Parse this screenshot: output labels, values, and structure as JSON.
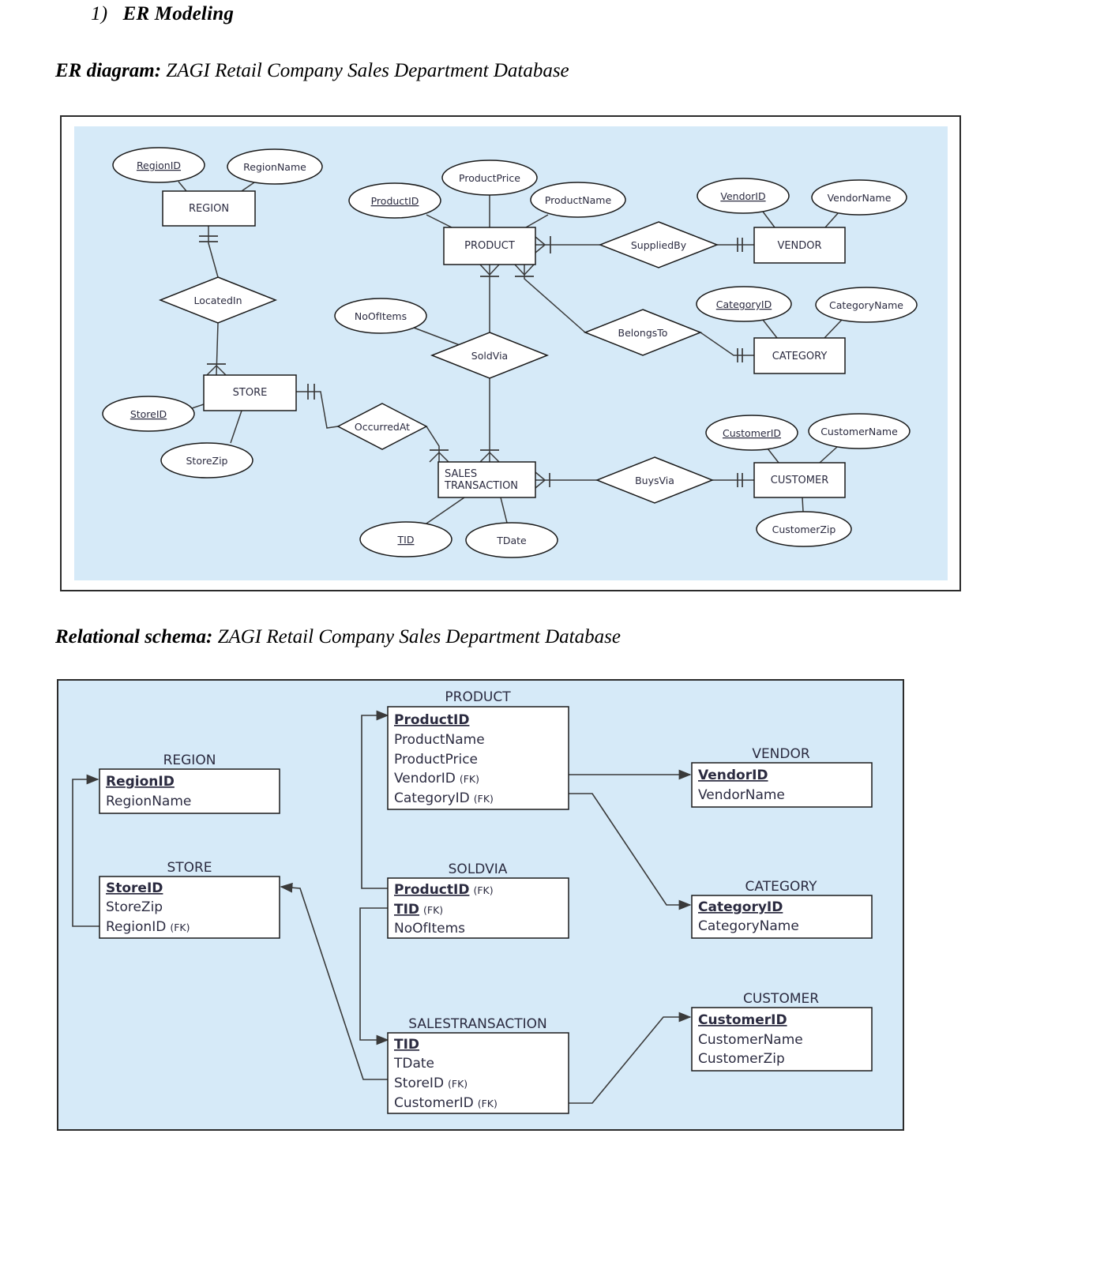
{
  "document": {
    "section_number": "1)",
    "section_title": "ER Modeling",
    "er_caption_bold": "ER diagram:",
    "er_caption_rest": " ZAGI Retail Company Sales Department Database",
    "rs_caption_bold": "Relational schema:",
    "rs_caption_rest": " ZAGI Retail Company Sales Department Database"
  },
  "colors": {
    "panel_background": "#d6eaf8",
    "frame_border": "#2b2b2b",
    "shape_fill": "#ffffff",
    "line": "#3a3a3a",
    "text": "#2b2b40"
  },
  "er_diagram": {
    "entities": [
      {
        "name": "REGION"
      },
      {
        "name": "STORE"
      },
      {
        "name": "PRODUCT"
      },
      {
        "name": "VENDOR"
      },
      {
        "name": "CATEGORY"
      },
      {
        "name": "CUSTOMER"
      },
      {
        "name_line1": "SALES",
        "name_line2": "TRANSACTION"
      }
    ],
    "relationships": [
      {
        "name": "LocatedIn"
      },
      {
        "name": "SuppliedBy"
      },
      {
        "name": "BelongsTo"
      },
      {
        "name": "SoldVia"
      },
      {
        "name": "OccurredAt"
      },
      {
        "name": "BuysVia"
      }
    ],
    "attributes": [
      {
        "name": "RegionID",
        "key": true
      },
      {
        "name": "RegionName",
        "key": false
      },
      {
        "name": "ProductID",
        "key": true
      },
      {
        "name": "ProductPrice",
        "key": false
      },
      {
        "name": "ProductName",
        "key": false
      },
      {
        "name": "VendorID",
        "key": true
      },
      {
        "name": "VendorName",
        "key": false
      },
      {
        "name": "CategoryID",
        "key": true
      },
      {
        "name": "CategoryName",
        "key": false
      },
      {
        "name": "NoOfItems",
        "key": false
      },
      {
        "name": "StoreID",
        "key": true
      },
      {
        "name": "StoreZip",
        "key": false
      },
      {
        "name": "CustomerID",
        "key": true
      },
      {
        "name": "CustomerName",
        "key": false
      },
      {
        "name": "CustomerZip",
        "key": false
      },
      {
        "name": "TID",
        "key": true
      },
      {
        "name": "TDate",
        "key": false
      }
    ]
  },
  "relational_schema": {
    "tables": [
      {
        "name": "REGION",
        "fields": [
          {
            "label": "RegionID",
            "pk": true,
            "fk": false
          },
          {
            "label": "RegionName",
            "pk": false,
            "fk": false
          }
        ]
      },
      {
        "name": "STORE",
        "fields": [
          {
            "label": "StoreID",
            "pk": true,
            "fk": false
          },
          {
            "label": "StoreZip",
            "pk": false,
            "fk": false
          },
          {
            "label": "RegionID",
            "pk": false,
            "fk": true
          }
        ]
      },
      {
        "name": "PRODUCT",
        "fields": [
          {
            "label": "ProductID",
            "pk": true,
            "fk": false
          },
          {
            "label": "ProductName",
            "pk": false,
            "fk": false
          },
          {
            "label": "ProductPrice",
            "pk": false,
            "fk": false
          },
          {
            "label": "VendorID",
            "pk": false,
            "fk": true
          },
          {
            "label": "CategoryID",
            "pk": false,
            "fk": true
          }
        ]
      },
      {
        "name": "SOLDVIA",
        "fields": [
          {
            "label": "ProductID",
            "pk": true,
            "fk": true
          },
          {
            "label": "TID",
            "pk": true,
            "fk": true
          },
          {
            "label": "NoOfItems",
            "pk": false,
            "fk": false
          }
        ]
      },
      {
        "name": "SALESTRANSACTION",
        "fields": [
          {
            "label": "TID",
            "pk": true,
            "fk": false
          },
          {
            "label": "TDate",
            "pk": false,
            "fk": false
          },
          {
            "label": "StoreID",
            "pk": false,
            "fk": true
          },
          {
            "label": "CustomerID",
            "pk": false,
            "fk": true
          }
        ]
      },
      {
        "name": "VENDOR",
        "fields": [
          {
            "label": "VendorID",
            "pk": true,
            "fk": false
          },
          {
            "label": "VendorName",
            "pk": false,
            "fk": false
          }
        ]
      },
      {
        "name": "CATEGORY",
        "fields": [
          {
            "label": "CategoryID",
            "pk": true,
            "fk": false
          },
          {
            "label": "CategoryName",
            "pk": false,
            "fk": false
          }
        ]
      },
      {
        "name": "CUSTOMER",
        "fields": [
          {
            "label": "CustomerID",
            "pk": true,
            "fk": false
          },
          {
            "label": "CustomerName",
            "pk": false,
            "fk": false
          },
          {
            "label": "CustomerZip",
            "pk": false,
            "fk": false
          }
        ]
      }
    ],
    "fk_marker": "(FK)"
  }
}
